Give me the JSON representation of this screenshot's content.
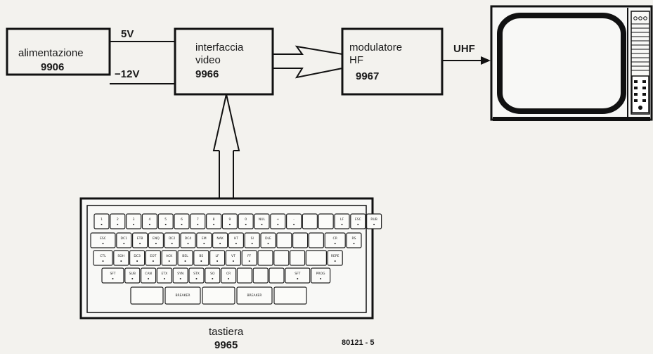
{
  "blocks": {
    "power_supply": {
      "name": "alimentazione",
      "code": "9906"
    },
    "video_interface": {
      "name": "interfaccia",
      "name2": "video",
      "code": "9966"
    },
    "hf_modulator": {
      "name": "modulatore",
      "name2": "HF",
      "code": "9967"
    },
    "keyboard": {
      "name": "tastiera",
      "code": "9965"
    }
  },
  "connections": {
    "supply_5v": "5V",
    "supply_12v": "−12V",
    "rf_output": "UHF"
  },
  "figure_code": "80121 - 5",
  "keyboard_keys": {
    "row1": [
      "1",
      "2",
      "3",
      "4",
      "5",
      "6",
      "7",
      "8",
      "9",
      "0",
      "NUL",
      "+",
      "-",
      "",
      "",
      "LF",
      "ESC",
      "RUB"
    ],
    "row2": [
      "ESC",
      "DC1",
      "ETB",
      "ENQ",
      "DC2",
      "DC4",
      "EM",
      "NAK",
      "HT",
      "SI",
      "DLE",
      "",
      "",
      "",
      "CR",
      "RS"
    ],
    "row3": [
      "CTL",
      "SOH",
      "DC3",
      "EOT",
      "ACK",
      "BEL",
      "BS",
      "LF",
      "VT",
      "FF",
      "",
      "",
      "",
      "",
      "REPE"
    ],
    "row4": [
      "SFT",
      "SUB",
      "CAN",
      "ETX",
      "SYN",
      "STX",
      "SO",
      "CR",
      "",
      "",
      "",
      "SFT",
      "PROG"
    ],
    "row5": [
      "BREAKER",
      "BREAKER"
    ]
  }
}
